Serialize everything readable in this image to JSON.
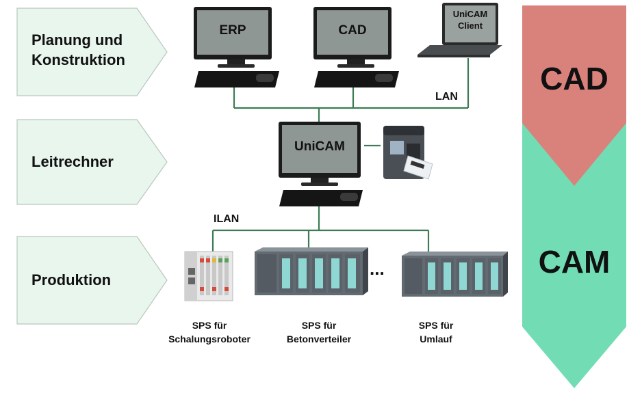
{
  "stages": [
    {
      "label": "Planung und\nKonstruktion"
    },
    {
      "label": "Leitrechner"
    },
    {
      "label": "Produktion"
    }
  ],
  "computers": {
    "erp": "ERP",
    "cad": "CAD",
    "client": "UniCAM\nClient",
    "unicam": "UniCAM"
  },
  "networks": {
    "lan": "LAN",
    "ilan": "ILAN"
  },
  "plcs": [
    {
      "caption": "SPS für\nSchalungsroboter"
    },
    {
      "caption": "SPS für\nBetonverteiler"
    },
    {
      "caption": "SPS für\nUmlauf"
    }
  ],
  "ellipsis": "...",
  "phases": {
    "cad": "CAD",
    "cam": "CAM"
  },
  "colors": {
    "stage_fill": "#e8f5ec",
    "network_line": "#3d7a55",
    "cad_arrow": "#d97f7a",
    "cam_arrow": "#6fddb5"
  }
}
